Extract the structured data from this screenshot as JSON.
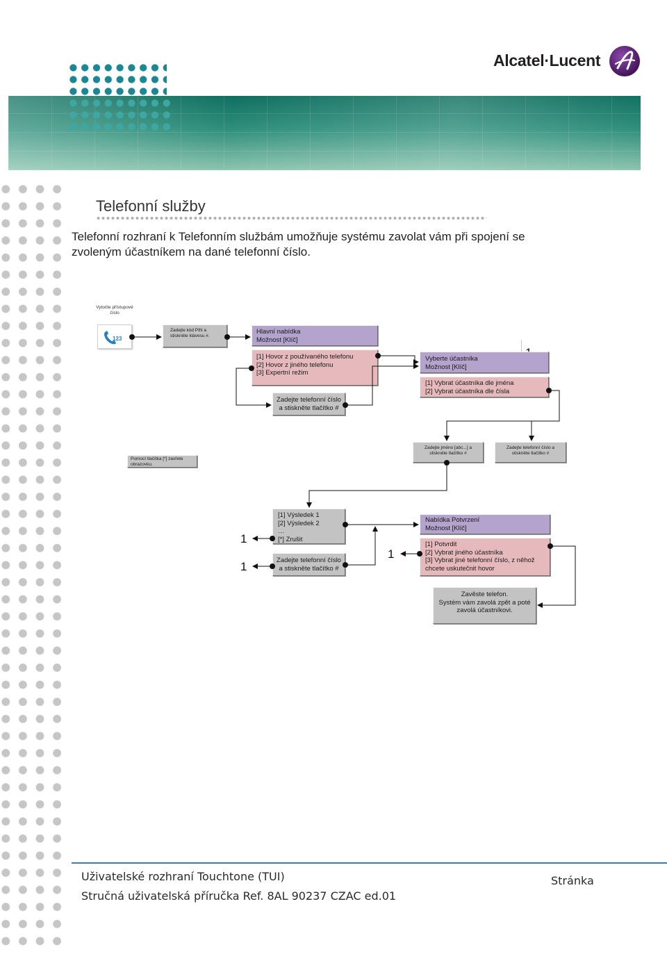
{
  "logo": {
    "wordmark": "Alcatel·Lucent",
    "icon": "alcatel-lucent-logo-mark"
  },
  "colors": {
    "menu_header": "#b4a3cc",
    "menu_options": "#e6babc",
    "action_box": "#c3c3c3",
    "banner": "#2f8f7c",
    "footer_rule": "#3b7db3",
    "accent_dots": "#1b8793"
  },
  "page": {
    "title": "Telefonní služby",
    "intro": [
      "Telefonní rozhraní k Telefonním službám umožňuje systému zavolat vám při spojení se",
      "zvoleným účastníkem na dané telefonní číslo."
    ]
  },
  "flowchart": {
    "dial_label": [
      "Vytočte přístupové",
      "číslo"
    ],
    "phone_icon": {
      "icon": "phone-icon",
      "label": "123"
    },
    "pin_box": [
      "Zadejte kód PIN a",
      "stiskněte klávesu #."
    ],
    "main_menu": {
      "header": [
        "Hlavní nabídka",
        "Možnost [Klíč]"
      ],
      "options": [
        "[1] Hovor z používaného telefonu",
        "[2] Hovor z jiného telefonu",
        "[3] Expertní režim"
      ]
    },
    "enter_number_1": [
      "Zadejte telefonní číslo",
      "a stiskněte tlačítko #"
    ],
    "select_party": {
      "header": [
        "Vyberte účastníka",
        "Možnost [Klíč]"
      ],
      "options": [
        "[1] Vybrat účastníka dle jména",
        "[2] Vybrat účastníka dle čísla"
      ],
      "step_marker": "1"
    },
    "enter_name": [
      "Zadejte jméno [abc...] a",
      "stiskněte tlačítko #"
    ],
    "enter_number_2": [
      "Zadejte telefonní číslo a",
      "stiskněte tlačítko #"
    ],
    "close_screen": [
      "Pomocí tlačítka [*] zavřete",
      "obrazovku."
    ],
    "results": [
      "[1] Výsledek 1",
      "[2] Výsledek 2",
      "…",
      "[*] Zrušit"
    ],
    "enter_number_3": [
      "Zadejte telefonní číslo",
      "a stiskněte tlačítko #"
    ],
    "return_markers": [
      "1",
      "1",
      "1"
    ],
    "confirm_menu": {
      "header": [
        "Nabídka Potvrzení",
        "Možnost [Klíč]"
      ],
      "options": [
        "[1] Potvrdit",
        "[2] Vybrat jiného účastníka",
        "[3] Vybrat jiné telefonní číslo, z něhož",
        "chcete uskutečnit hovor"
      ]
    },
    "hang_up": [
      "Zavěste telefon.",
      "Systém vám zavolá zpět a poté",
      "zavolá účastníkovi."
    ]
  },
  "footer": {
    "line1": "Uživatelské rozhraní Touchtone (TUI)",
    "line2": "Stručná uživatelská příručka Ref. 8AL 90237 CZAC ed.01",
    "page_label": "Stránka"
  }
}
